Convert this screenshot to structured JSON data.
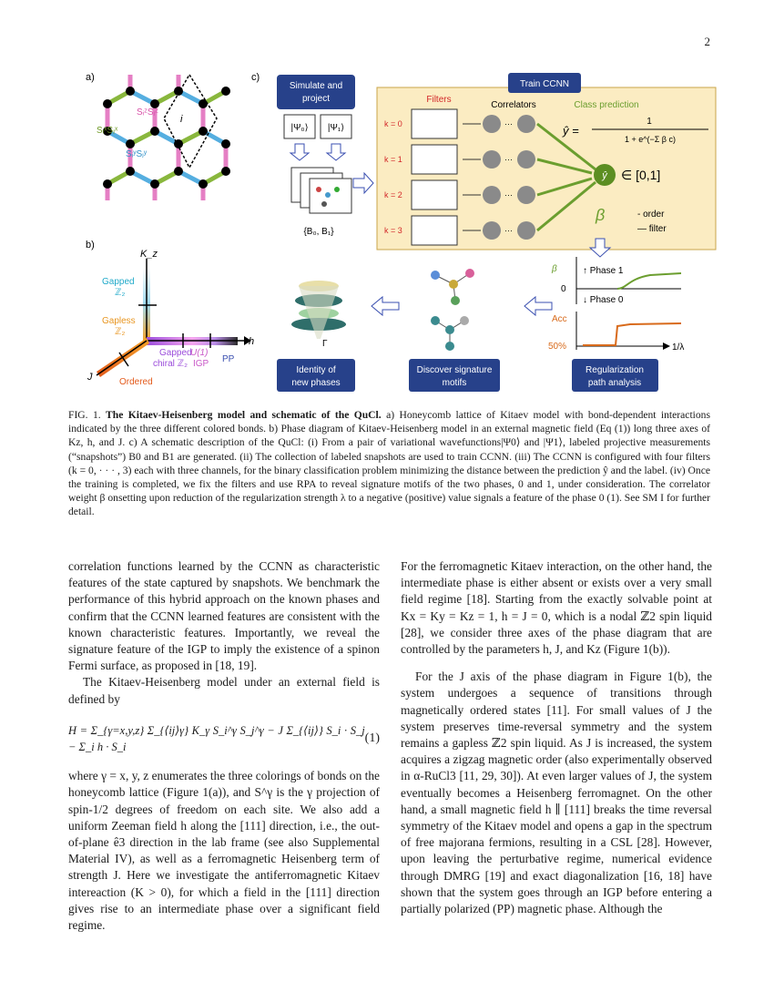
{
  "page_number": "2",
  "figure": {
    "panel_a": "a)",
    "panel_b": "b)",
    "panel_c": "c)",
    "honeycomb_labels": {
      "site": "i",
      "xx": "SᵢˣSⱼˣ",
      "yy": "SᵢʸSⱼʸ",
      "zz": "SᵢᶻSⱼᶻ"
    },
    "phase_labels": {
      "kz_axis": "K_z",
      "h_axis": "h",
      "j_axis": "J",
      "gapped_z2": "Gapped",
      "gapped_z2_sub": "ℤ₂",
      "gapless_z2": "Gapless",
      "gapless_z2_sub": "ℤ₂",
      "gapped_chiral": "Gapped",
      "gapped_chiral_sub": "chiral ℤ₂",
      "u1": "U(1)",
      "igp": "IGP",
      "pp": "PP",
      "ordered": "Ordered"
    },
    "c_labels": {
      "simulate": "Simulate and project",
      "psi0": "|Ψ₀⟩",
      "psi1": "|Ψ₁⟩",
      "b_set": "{B₀, B₁}",
      "train": "Train CCNN",
      "filters": "Filters",
      "correlators": "Correlators",
      "class_prediction": "Class prediction",
      "k0": "k = 0",
      "k1": "k = 1",
      "k2": "k = 2",
      "k3": "k = 3",
      "formula_num": "1",
      "formula_lhs": "ŷ =",
      "formula_den": "1 + e^(−Σ β c)",
      "yhat_range": "∈ [0,1]",
      "beta_order": "- order",
      "beta_filter": "— filter",
      "phase1": "↑ Phase 1",
      "phase0": "↓ Phase 0",
      "beta": "β",
      "zero": "0",
      "acc": "Acc",
      "fifty": "50%",
      "inv_lambda": "1/λ",
      "identity": "Identity of new phases",
      "discover": "Discover signature motifs",
      "regularization": "Regularization path analysis",
      "gamma": "Γ"
    }
  },
  "caption": {
    "label": "FIG. 1.",
    "title": "The Kitaev-Heisenberg model and schematic of the QuCl.",
    "body": " a) Honeycomb lattice of Kitaev model with bond-dependent interactions indicated by the three different colored bonds. b) Phase diagram of Kitaev-Heisenberg model in an external magnetic field (Eq (1)) long three axes of Kz, h, and J. c) A schematic description of the QuCl: (i) From a pair of variational wavefunctions|Ψ0⟩ and |Ψ1⟩, labeled projective measurements (“snapshots”) B0 and B1 are generated. (ii) The collection of labeled snapshots are used to train CCNN. (iii) The CCNN is configured with four filters (k = 0, · · · , 3) each with three channels, for the binary classification problem minimizing the distance between the prediction ŷ and the label. (iv) Once the training is completed, we fix the filters and use RPA to reveal signature motifs of the two phases, 0 and 1, under consideration. The correlator weight β onsetting upon reduction of the regularization strength λ to a negative (positive) value signals a feature of the phase 0 (1). See SM I for further detail."
  },
  "left_column": {
    "p1": "correlation functions learned by the CCNN as characteristic features of the state captured by snapshots. We benchmark the performance of this hybrid approach on the known phases and confirm that the CCNN learned features are consistent with the known characteristic features. Importantly, we reveal the signature feature of the IGP to imply the existence of a spinon Fermi surface, as proposed in [18, 19].",
    "p2": "The Kitaev-Heisenberg model under an external field is defined by",
    "equation": "H = Σ_{γ=x,y,z} Σ_{⟨ij⟩γ} K_γ S_i^γ S_j^γ − J Σ_{⟨ij⟩} S_i · S_j − Σ_i h · S_i",
    "equation_number": "(1)",
    "p3": "where γ = x, y, z enumerates the three colorings of bonds on the honeycomb lattice (Figure 1(a)), and S^γ is the γ projection of spin-1/2 degrees of freedom on each site. We also add a uniform Zeeman field h along the [111] direction, i.e., the out-of-plane ê3 direction in the lab frame (see also Supplemental Material IV), as well as a ferromagnetic Heisenberg term of strength J. Here we investigate the antiferromagnetic Kitaev intereaction (K > 0), for which a field in the [111] direction gives rise to an intermediate phase over a significant field regime."
  },
  "right_column": {
    "p1": "For the ferromagnetic Kitaev interaction, on the other hand, the intermediate phase is either absent or exists over a very small field regime [18]. Starting from the exactly solvable point at Kx = Ky = Kz = 1, h = J = 0, which is a nodal ℤ2 spin liquid [28], we consider three axes of the phase diagram that are controlled by the parameters h, J, and Kz (Figure 1(b)).",
    "p2": "For the J axis of the phase diagram in Figure 1(b), the system undergoes a sequence of transitions through magnetically ordered states [11]. For small values of J the system preserves time-reversal symmetry and the system remains a gapless ℤ2 spin liquid. As J is increased, the system acquires a zigzag magnetic order (also experimentally observed in α-RuCl3 [11, 29, 30]). At even larger values of J, the system eventually becomes a Heisenberg ferromagnet. On the other hand, a small magnetic field h ∥ [111] breaks the time reversal symmetry of the Kitaev model and opens a gap in the spectrum of free majorana fermions, resulting in a CSL [28]. However, upon leaving the perturbative regime, numerical evidence through DMRG [19] and exact diagonalization [16, 18] have shown that the system goes through an IGP before entering a partially polarized (PP) magnetic phase. Although the"
  }
}
